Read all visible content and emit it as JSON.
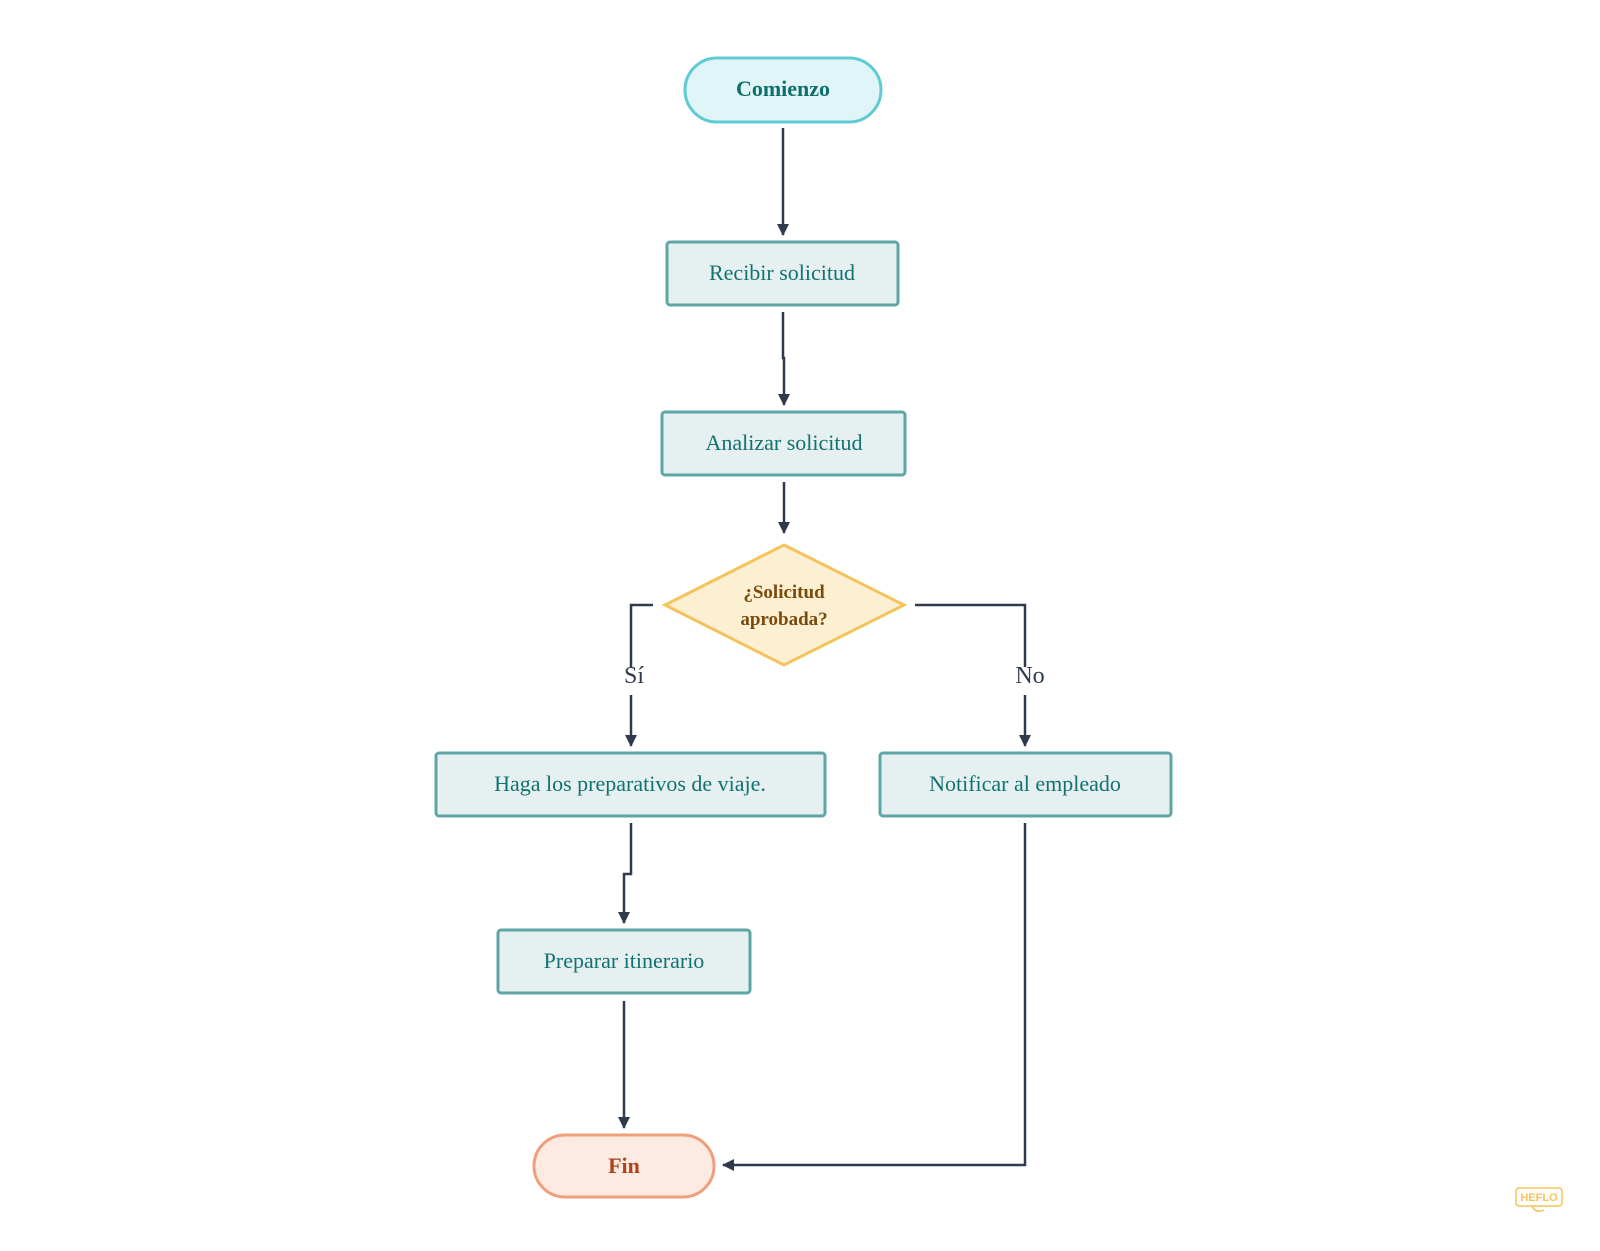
{
  "nodes": {
    "start": "Comienzo",
    "receive": "Recibir solicitud",
    "analyze": "Analizar solicitud",
    "decision_line1": "¿Solicitud",
    "decision_line2": "aprobada?",
    "travel": "Haga los preparativos de viaje.",
    "notify": "Notificar al empleado",
    "itinerary": "Preparar itinerario",
    "end": "Fin"
  },
  "edges": {
    "yes_label": "Sí",
    "no_label": "No"
  },
  "watermark": "HEFLO",
  "colors": {
    "start_fill": "#dff5f7",
    "start_stroke": "#5fcbd3",
    "start_text": "#0f6f6b",
    "process_fill": "#e6f0f0",
    "process_stroke": "#5fa5a6",
    "process_text": "#117272",
    "decision_fill": "#fdefd2",
    "decision_stroke": "#f5c35a",
    "decision_text": "#7a4a0c",
    "end_fill": "#fdebe3",
    "end_stroke": "#ef9f7b",
    "end_text": "#b0431c",
    "connector": "#2f3a4d"
  }
}
